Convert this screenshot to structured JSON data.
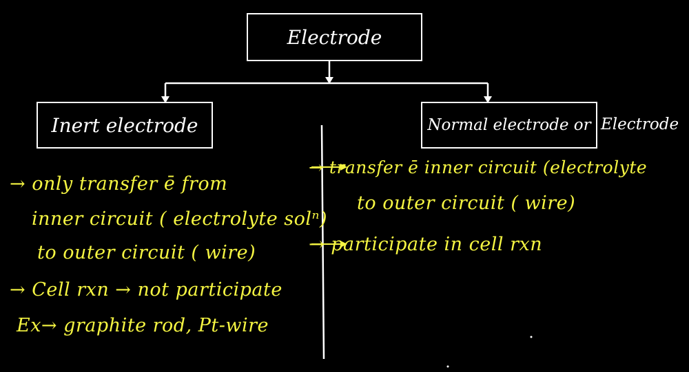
{
  "root": {
    "label": "Electrode"
  },
  "left": {
    "title": "Inert electrode",
    "lines": [
      "→ only transfer ē from",
      "inner circuit ( electrolyte solⁿ)",
      "to outer circuit ( wire)",
      "→ Cell rxn → not participate",
      "Ex→ graphite rod, Pt-wire"
    ]
  },
  "right": {
    "title": "Normal electrode or",
    "title_extra": "Electrode",
    "lines": [
      "→ transfer ē inner circuit (electrolyte",
      "to outer circuit ( wire)",
      "→ participate in cell rxn"
    ]
  },
  "colors": {
    "background": "#000000",
    "lines": "#ffffff",
    "notes": "#f5f542"
  }
}
